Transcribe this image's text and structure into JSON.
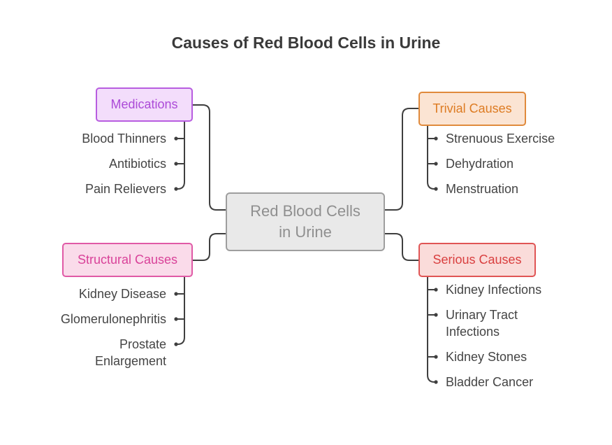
{
  "title": "Causes of Red Blood Cells in Urine",
  "center": {
    "label_line1": "Red Blood Cells",
    "label_line2": "in Urine"
  },
  "categories": {
    "medications": {
      "label": "Medications",
      "color": "#b85de0",
      "items": [
        "Blood Thinners",
        "Antibiotics",
        "Pain Relievers"
      ]
    },
    "trivial": {
      "label": "Trivial Causes",
      "color": "#e08a3c",
      "items": [
        "Strenuous Exercise",
        "Dehydration",
        "Menstruation"
      ]
    },
    "structural": {
      "label": "Structural Causes",
      "color": "#e05aa6",
      "items": [
        "Kidney Disease",
        "Glomerulonephritis",
        "Prostate Enlargement"
      ]
    },
    "serious": {
      "label": "Serious Causes",
      "color": "#e05555",
      "items": [
        "Kidney Infections",
        "Urinary Tract Infections",
        "Kidney Stones",
        "Bladder Cancer"
      ]
    }
  }
}
